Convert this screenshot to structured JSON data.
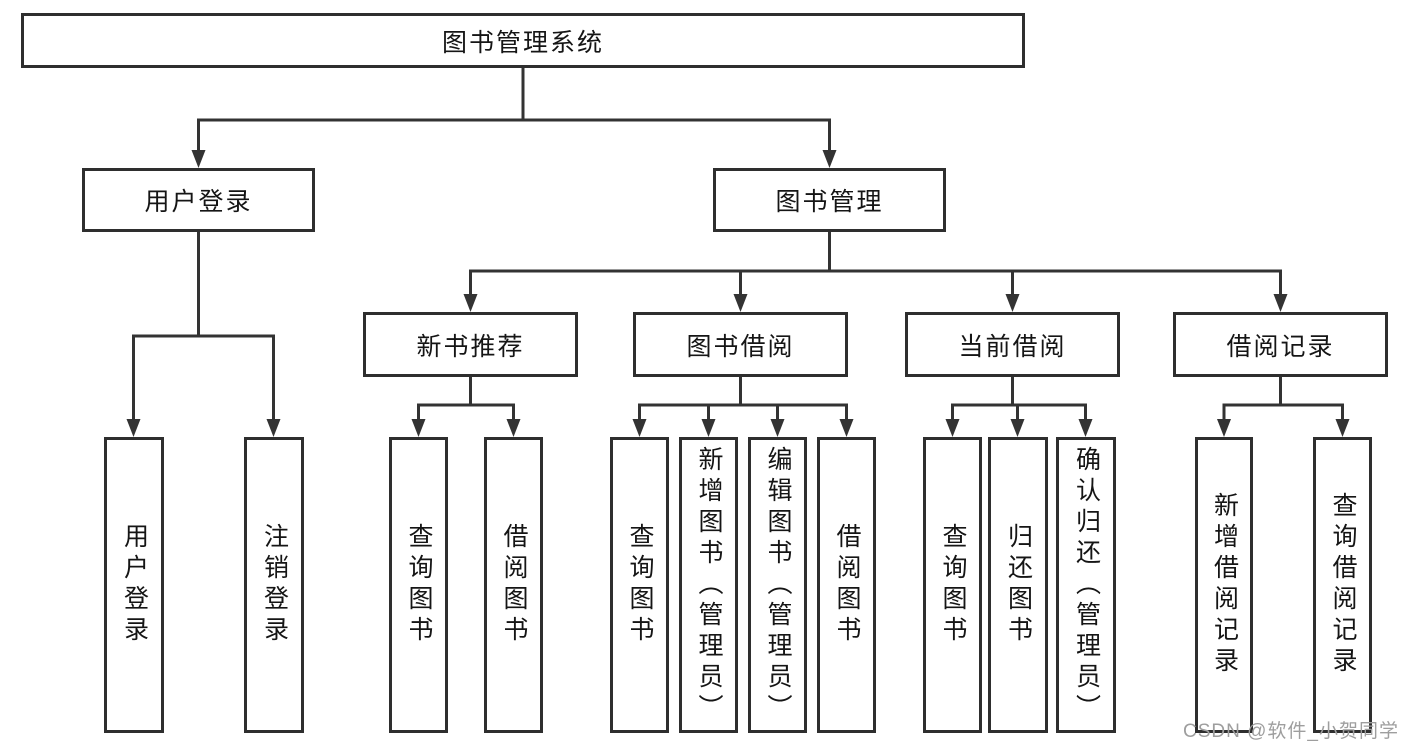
{
  "root": {
    "label": "图书管理系统"
  },
  "branches": {
    "user_login": {
      "label": "用户登录",
      "children": [
        "用户登录",
        "注销登录"
      ]
    },
    "book_management": {
      "label": "图书管理",
      "sections": [
        {
          "label": "新书推荐",
          "children": [
            "查询图书",
            "借阅图书"
          ]
        },
        {
          "label": "图书借阅",
          "children": [
            "查询图书",
            "新增图书（管理员）",
            "编辑图书（管理员）",
            "借阅图书"
          ]
        },
        {
          "label": "当前借阅",
          "children": [
            "查询图书",
            "归还图书",
            "确认归还（管理员）"
          ]
        },
        {
          "label": "借阅记录",
          "children": [
            "新增借阅记录",
            "查询借阅记录"
          ]
        }
      ]
    }
  },
  "watermark": "CSDN @软件_小贺同学",
  "colors": {
    "line": "#333333",
    "box_border": "#2e2e2e",
    "box_fill": "#ffffff",
    "text": "#151515",
    "watermark": "#9e9e9e"
  }
}
